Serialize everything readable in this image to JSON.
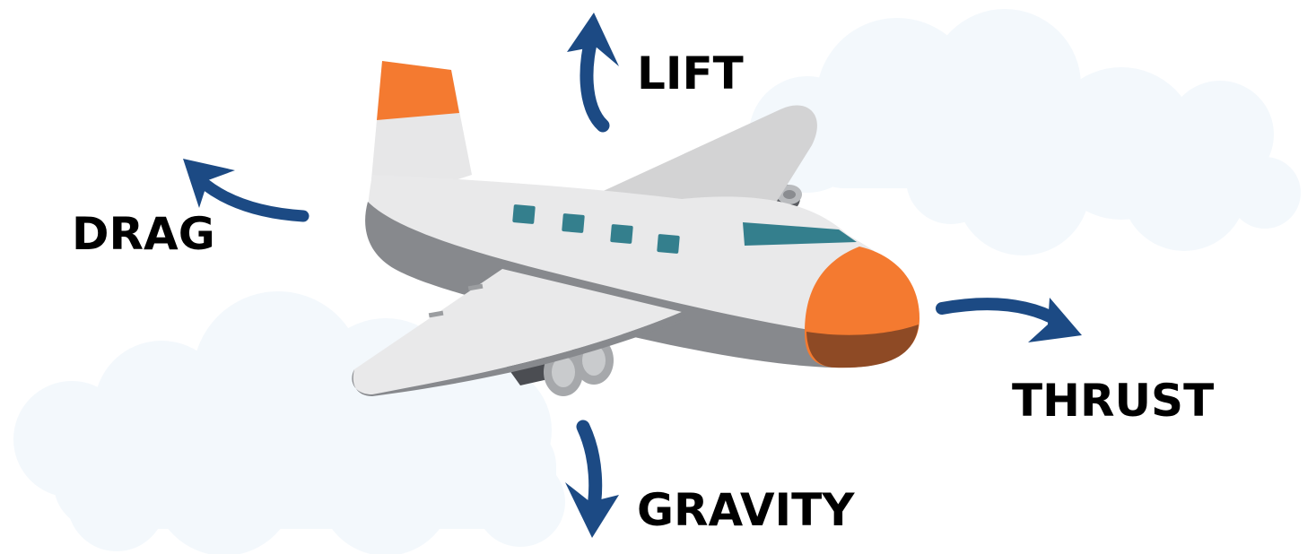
{
  "forces": {
    "lift": "LIFT",
    "drag": "DRAG",
    "thrust": "THRUST",
    "gravity": "GRAVITY"
  },
  "colors": {
    "arrow": "#1c4a84",
    "fuselage": "#e9e9ea",
    "fuselage_shadow": "#87898d",
    "wing_far": "#d3d3d4",
    "accent_orange": "#f47a30",
    "nose_shadow": "#8e4a25",
    "window": "#347f8d",
    "engine": "#4b4d52",
    "cloud": "#f3f8fc"
  },
  "icons": {
    "vehicle": "airplane-icon",
    "arrows": "curved-arrow-icon",
    "background": "cloud-icon"
  }
}
